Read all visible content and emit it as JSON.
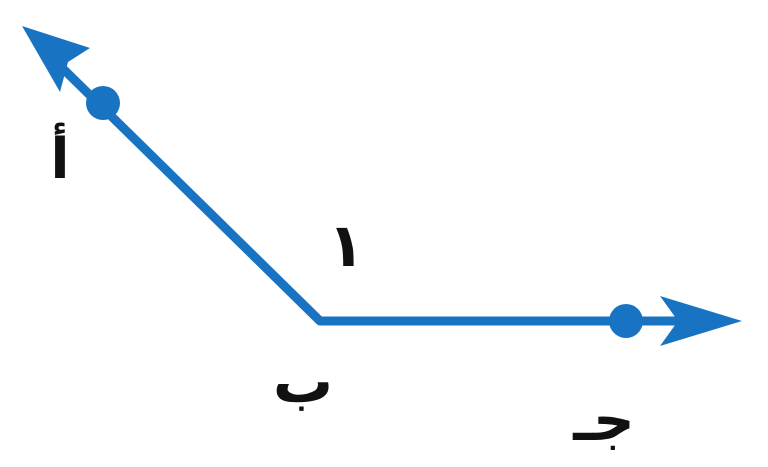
{
  "diagram": {
    "labels": {
      "point_a": "أ",
      "vertex_b": "ب",
      "point_c": "جـ",
      "angle_number": "١"
    },
    "colors": {
      "ray": "#1874c2",
      "point": "#1874c2",
      "text": "#111111"
    }
  }
}
